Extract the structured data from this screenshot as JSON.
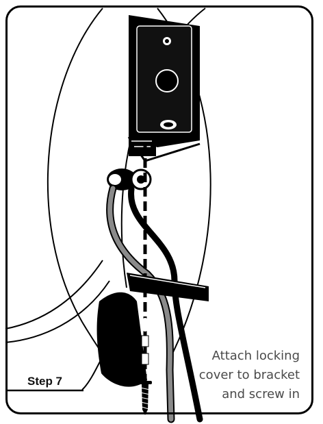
{
  "step": {
    "label": "Step 7"
  },
  "caption": {
    "lines": [
      "Attach locking",
      "cover to bracket",
      "and screw in"
    ]
  },
  "illustration": {
    "parts": [
      "wall-bracket",
      "speaker-cabinet",
      "audio-cables",
      "locking-cover",
      "mounting-screw"
    ],
    "colors": {
      "ink": "#000000",
      "cable_gray": "#8a8a8a",
      "text_gray": "#4a4a4a"
    }
  }
}
